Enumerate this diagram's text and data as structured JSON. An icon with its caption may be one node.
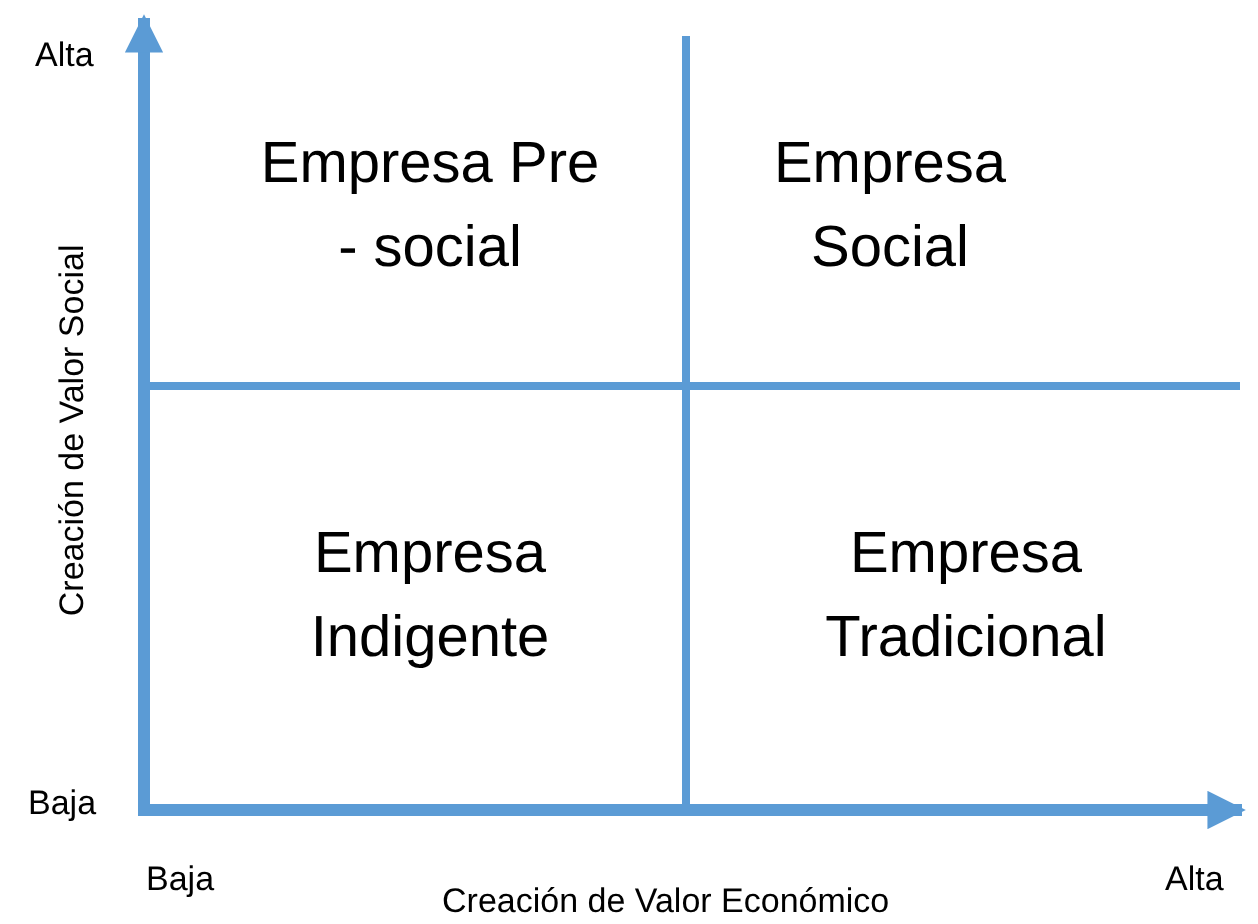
{
  "diagram": {
    "labels": [
      "Alta",
      "Creación de Valor Social",
      "Empresa Pre - social",
      "Empresa Social",
      "Empresa Indigente",
      "Empresa Tradicional",
      "Baja",
      "Baja",
      "Creación de Valor Económico",
      "Alta"
    ]
  }
}
